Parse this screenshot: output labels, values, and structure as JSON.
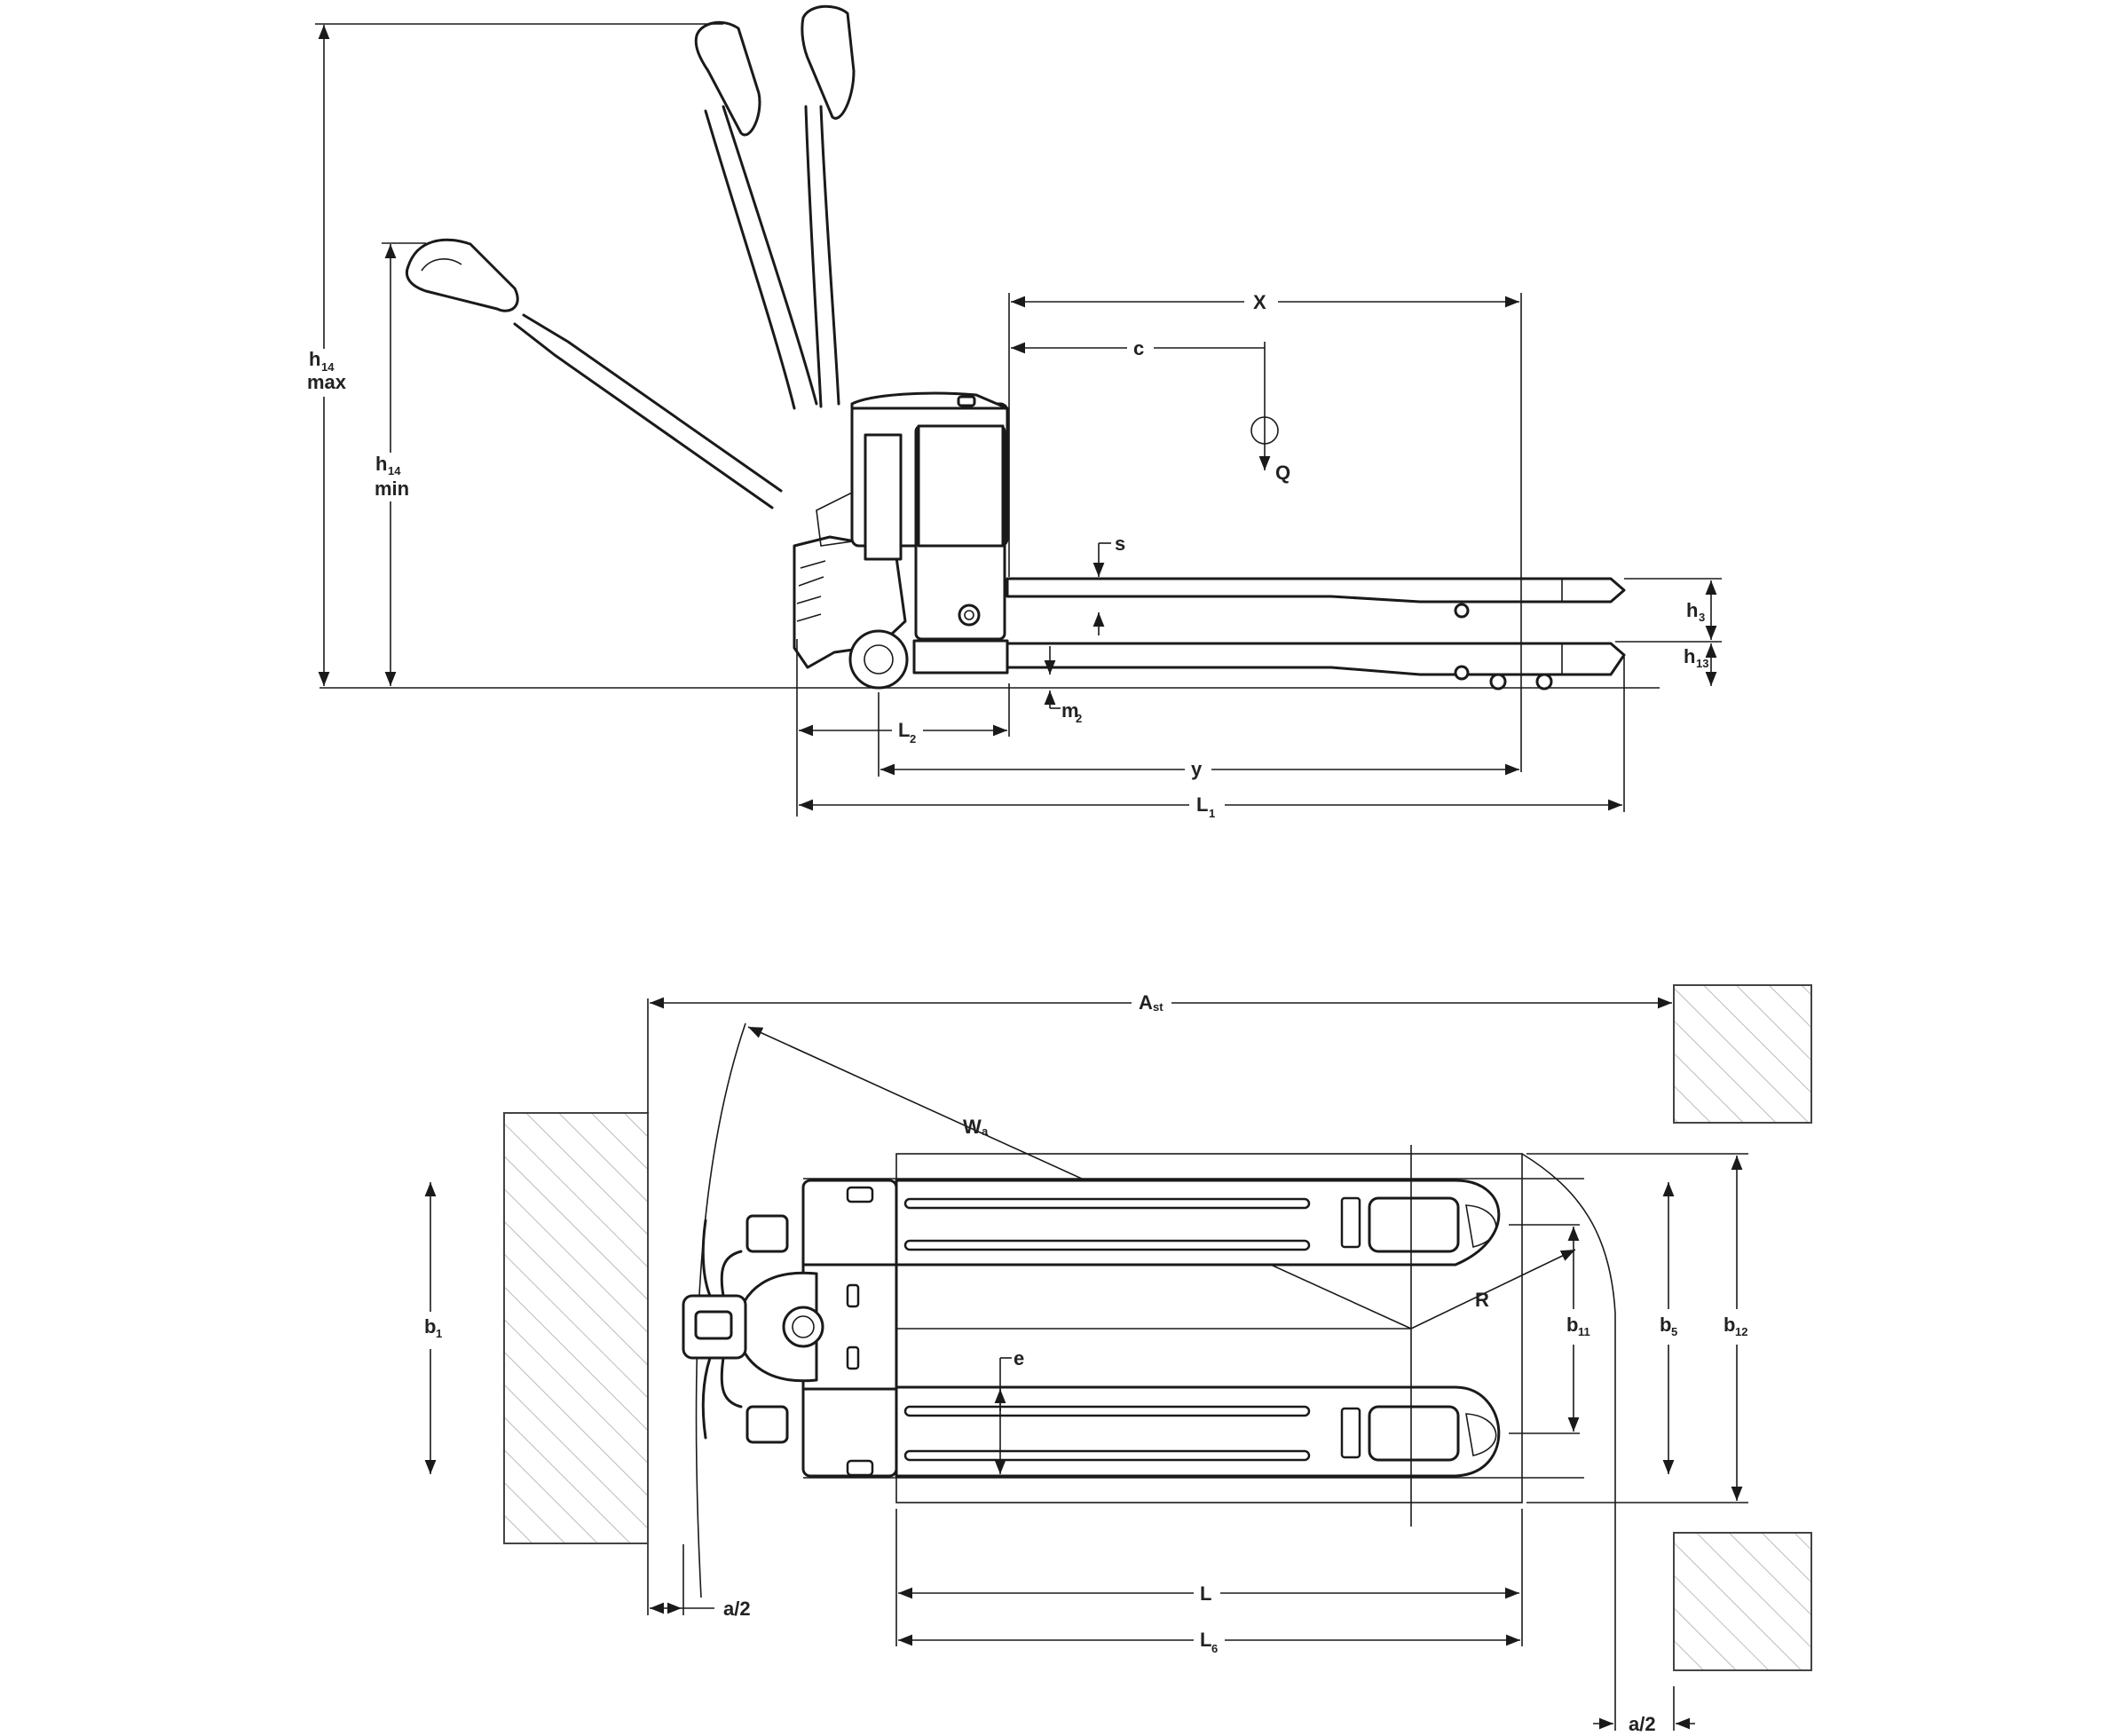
{
  "side_view": {
    "labels": {
      "h14": "h",
      "h14_sub": "14",
      "max": "max",
      "min": "min",
      "X": "X",
      "c": "c",
      "Q": "Q",
      "s": "s",
      "h3": "h",
      "h3_sub": "3",
      "h13": "h",
      "h13_sub": "13",
      "m2": "m",
      "m2_sub": "2",
      "L2": "L",
      "L2_sub": "2",
      "y": "y",
      "L1": "L",
      "L1_sub": "1"
    }
  },
  "top_view": {
    "labels": {
      "Ast": "A",
      "Ast_sub": "st",
      "Wa": "W",
      "Wa_sub": "a",
      "R": "R",
      "b1": "b",
      "b1_sub": "1",
      "b11": "b",
      "b11_sub": "11",
      "b5": "b",
      "b5_sub": "5",
      "b12": "b",
      "b12_sub": "12",
      "e": "e",
      "L": "L",
      "L6": "L",
      "L6_sub": "6",
      "a2": "a/2"
    }
  },
  "colors": {
    "ink": "#1a1a1a",
    "hatch": "#444444",
    "background": "#ffffff"
  }
}
